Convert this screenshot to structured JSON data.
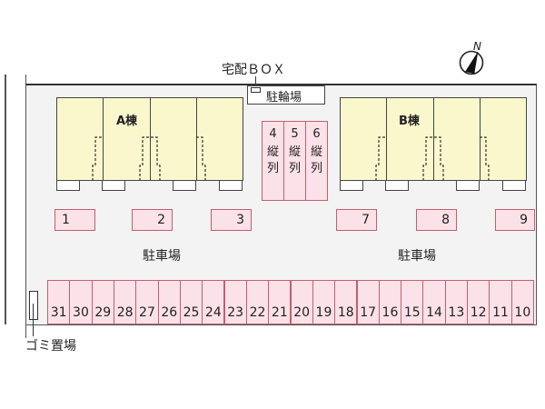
{
  "labels": {
    "delivery_box": "宅配ＢＯＸ",
    "bicycle_parking": "駐輪場",
    "building_a": "A棟",
    "building_b": "B棟",
    "parking_left": "駐車場",
    "parking_right": "駐車場",
    "garbage": "ゴミ置場",
    "north": "N"
  },
  "top_spaces": [
    "1",
    "2",
    "3",
    "7",
    "8",
    "9"
  ],
  "tandem_spaces": [
    {
      "number": "4",
      "note": "縦列"
    },
    {
      "number": "5",
      "note": "縦列"
    },
    {
      "number": "6",
      "note": "縦列"
    }
  ],
  "bottom_spaces": [
    "31",
    "30",
    "29",
    "28",
    "27",
    "26",
    "25",
    "24",
    "23",
    "22",
    "21",
    "20",
    "19",
    "18",
    "17",
    "16",
    "15",
    "14",
    "13",
    "12",
    "11",
    "10"
  ],
  "colors": {
    "building": "#fbf7cd",
    "parking": "#fbe1e8",
    "parking_border": "#c06070",
    "lot": "#f3f3f3"
  }
}
